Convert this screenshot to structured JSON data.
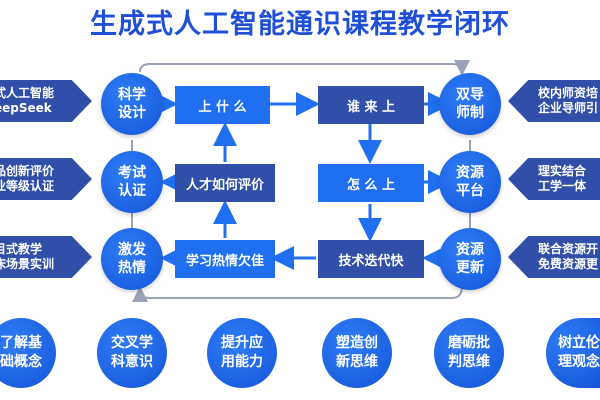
{
  "title": "生成式人工智能通识课程教学闭环",
  "left_arrows": [
    {
      "line1": "式人工智能",
      "line2": "eepSeek"
    },
    {
      "line1": "品创新评价",
      "line2": "业等级认证"
    },
    {
      "line1": "目式教学",
      "line2": "床场景实训"
    }
  ],
  "right_arrows": [
    {
      "line1": "校内师资培",
      "line2": "企业导师引"
    },
    {
      "line1": "理实结合",
      "line2": "工学一体"
    },
    {
      "line1": "联合资源开",
      "line2": "免费资源更"
    }
  ],
  "left_circles": [
    {
      "line1": "科学",
      "line2": "设计"
    },
    {
      "line1": "考试",
      "line2": "认证"
    },
    {
      "line1": "激发",
      "line2": "热情"
    }
  ],
  "right_circles": [
    {
      "line1": "双导",
      "line2": "师制"
    },
    {
      "line1": "资源",
      "line2": "平台"
    },
    {
      "line1": "资源",
      "line2": "更新"
    }
  ],
  "center_boxes": {
    "top_left": "上 什 么",
    "top_right": "谁 来 上",
    "mid_left": "人才如何评价",
    "mid_right": "怎 么 上",
    "bottom_left": "学习热情欠佳",
    "bottom_right": "技术迭代快"
  },
  "bottom_circles": [
    {
      "line1": "了解基",
      "line2": "础概念"
    },
    {
      "line1": "交叉学",
      "line2": "科意识"
    },
    {
      "line1": "提升应",
      "line2": "用能力"
    },
    {
      "line1": "塑造创",
      "line2": "新思维"
    },
    {
      "line1": "磨砺批",
      "line2": "判思维"
    },
    {
      "line1": "树立伦",
      "line2": "理观念"
    }
  ],
  "colors": {
    "accent": "#1f4fd6",
    "dark_box": "#2f4fa8",
    "light_box": "#1f6ff0",
    "connector": "#9aa3b5"
  }
}
